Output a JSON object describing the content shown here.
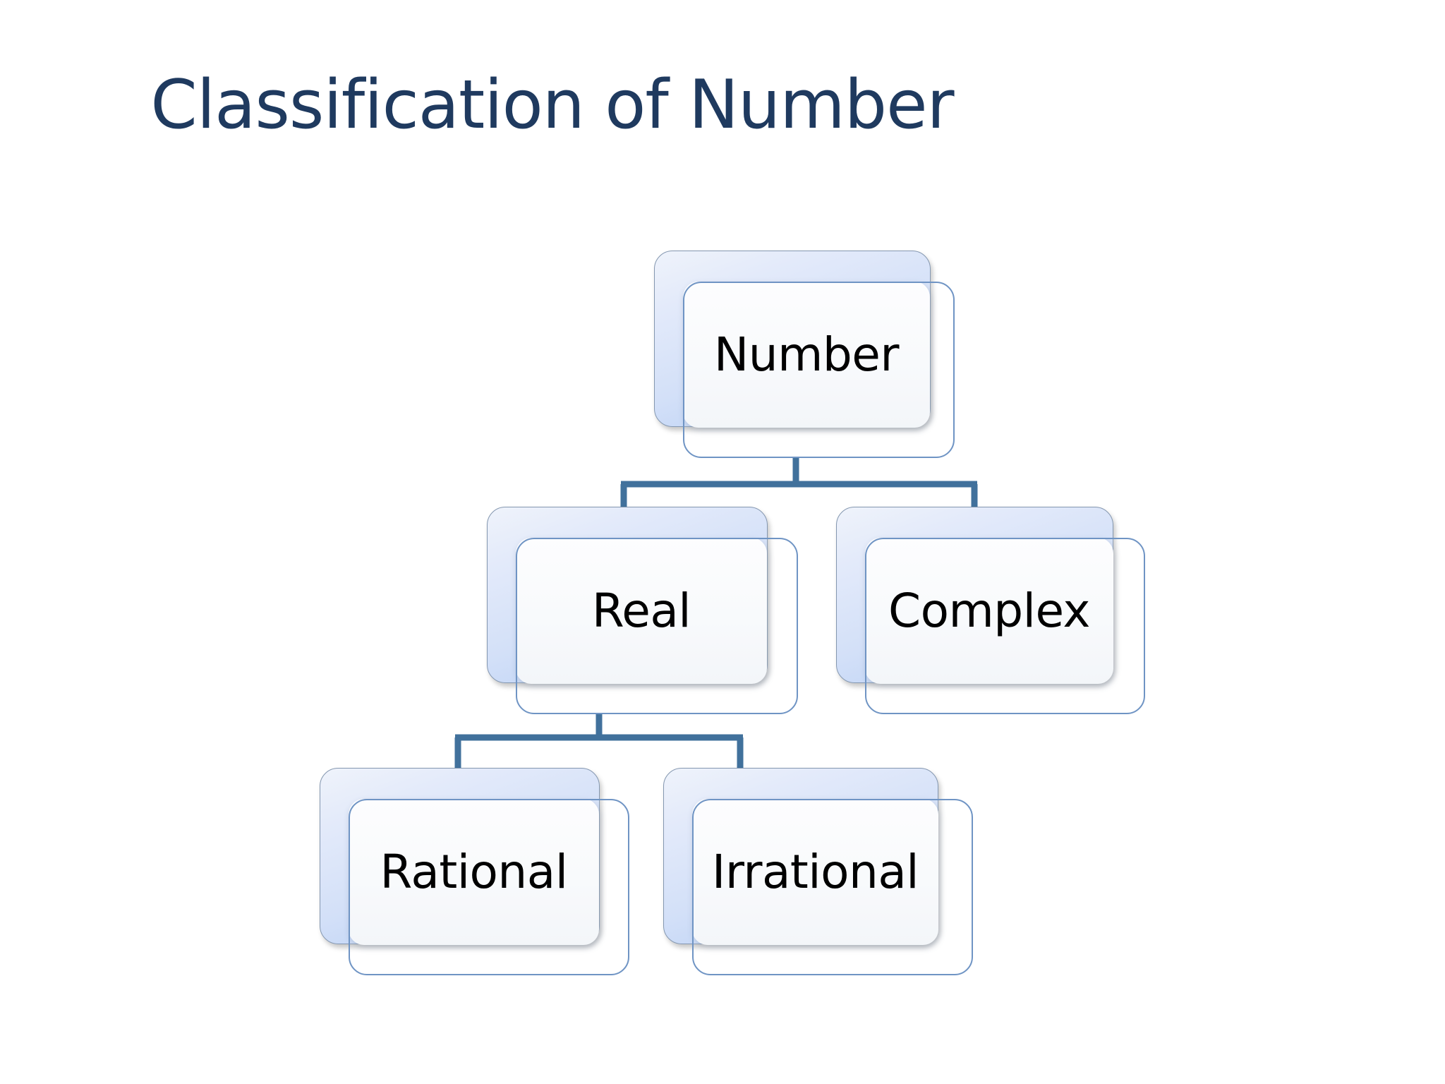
{
  "slide": {
    "title": "Classification of Number",
    "background_color": "#FFFFFF",
    "title_color": "#1F3A5F"
  },
  "diagram": {
    "type": "hierarchy-tree",
    "connector_color": "#41719C",
    "node_fill_back": "#BED3F5",
    "node_fill_front": "#FAFBFD",
    "node_border": "#6F94C4",
    "node_text_color": "#000000",
    "nodes": [
      {
        "id": "number",
        "label": "Number",
        "level": 0
      },
      {
        "id": "real",
        "label": "Real",
        "level": 1,
        "parent": "number"
      },
      {
        "id": "complex",
        "label": "Complex",
        "level": 1,
        "parent": "number"
      },
      {
        "id": "rational",
        "label": "Rational",
        "level": 2,
        "parent": "real"
      },
      {
        "id": "irrational",
        "label": "Irrational",
        "level": 2,
        "parent": "real"
      }
    ],
    "edges": [
      {
        "from": "number",
        "to": "real"
      },
      {
        "from": "number",
        "to": "complex"
      },
      {
        "from": "real",
        "to": "rational"
      },
      {
        "from": "real",
        "to": "irrational"
      }
    ]
  }
}
